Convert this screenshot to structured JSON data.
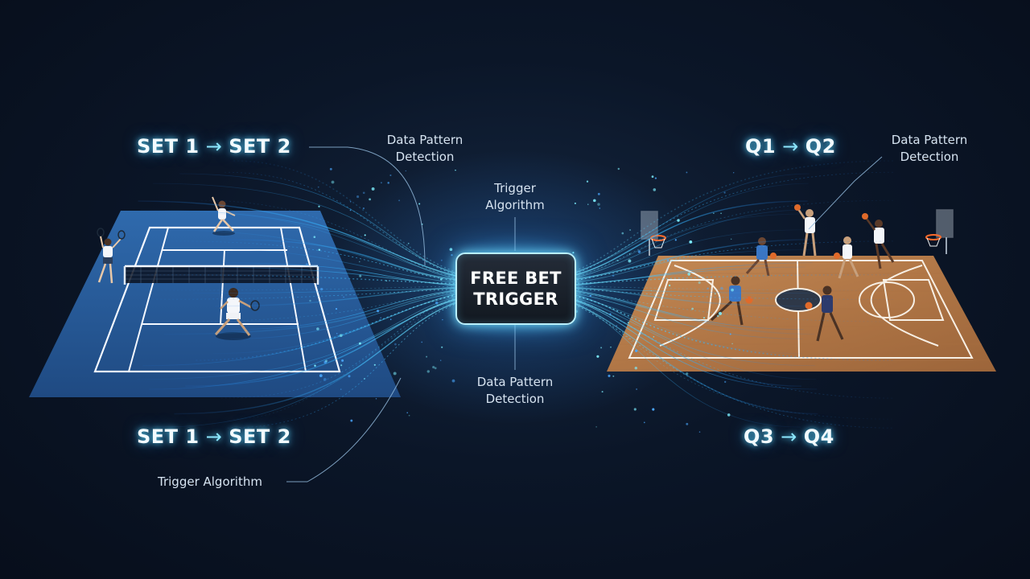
{
  "left_panel": {
    "sport": "tennis",
    "top_progression": {
      "from": "SET 1",
      "arrow": "→",
      "to": "SET 2"
    },
    "bottom_progression": {
      "from": "SET 1",
      "arrow": "→",
      "to": "SET 2"
    },
    "annotation_top": [
      "Data Pattern",
      "Detection"
    ],
    "annotation_bottom": "Trigger Algorithm"
  },
  "center_panel": {
    "box_label_lines": [
      "FREE BET",
      "TRIGGER"
    ],
    "annotation_top": [
      "Trigger",
      "Algorithm"
    ],
    "annotation_bottom": [
      "Data Pattern",
      "Detection"
    ]
  },
  "right_panel": {
    "sport": "basketball",
    "top_progression": {
      "from": "Q1",
      "arrow": "→",
      "to": "Q2"
    },
    "bottom_progression": {
      "from": "Q3",
      "arrow": "→",
      "to": "Q4"
    },
    "annotation_top": [
      "Data Pattern",
      "Detection"
    ]
  },
  "colors": {
    "background": "#0b1628",
    "glow_cyan": "#5fdcff",
    "stream_blue": "#2f8fff",
    "tennis_court": "#2a5d9c",
    "basketball_court": "#b57d4e",
    "trigger_border": "#b9f0ff"
  }
}
